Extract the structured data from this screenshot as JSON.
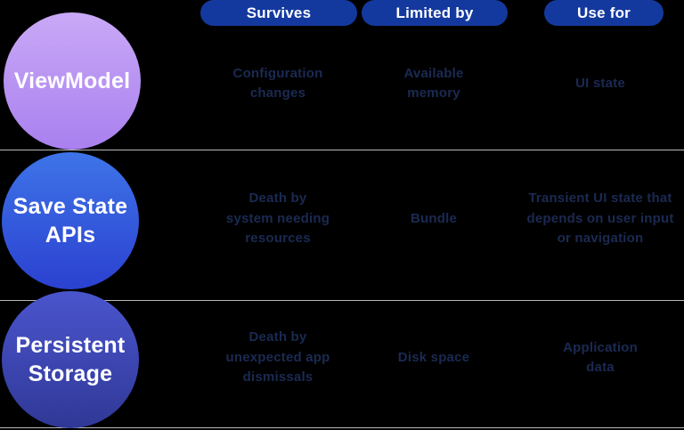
{
  "columns": {
    "survives": "Survives",
    "limited_by": "Limited by",
    "use_for": "Use for"
  },
  "rows": [
    {
      "label": "ViewModel",
      "survives": "Configuration\nchanges",
      "limited_by": "Available\nmemory",
      "use_for": "UI state"
    },
    {
      "label": "Save State\nAPIs",
      "survives": "Death by\nsystem needing\nresources",
      "limited_by": "Bundle",
      "use_for": "Transient UI state that\ndepends on user input\nor navigation"
    },
    {
      "label": "Persistent\nStorage",
      "survives": "Death by\nunexpected app\ndismissals",
      "limited_by": "Disk space",
      "use_for": "Application\ndata"
    }
  ],
  "colors": {
    "background": "#000000",
    "pill": "#14399e",
    "body_text": "#1b2a52",
    "divider": "#d8d8d8",
    "circle_viewmodel_top": "#c9a9f6",
    "circle_viewmodel_bottom": "#a980ef",
    "circle_savestate_top": "#3e74e8",
    "circle_savestate_bottom": "#2b41d0",
    "circle_persistent_top": "#4a55cd",
    "circle_persistent_bottom": "#303896"
  }
}
